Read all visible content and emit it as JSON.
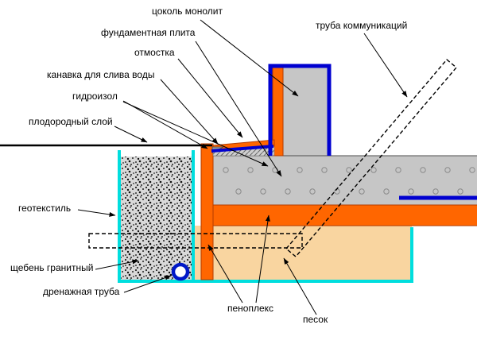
{
  "diagram": {
    "type": "foundation-cross-section",
    "labels": {
      "tsokol": "цоколь монолит",
      "plita": "фундаментная плита",
      "otmostka": "отмостка",
      "kanavka": "канавка для слива воды",
      "gidroizol": "гидроизол",
      "plodorodny_sloy": "плодородный слой",
      "truba_kommunikaciy": "труба коммуникаций",
      "geotekstil": "геотекстиль",
      "shcheben": "щебень гранитный",
      "drenazhnaya_truba": "дренажная труба",
      "penopleks": "пеноплекс",
      "pesok": "песок"
    },
    "colors": {
      "concrete": "#c6c6c6",
      "insulation_orange": "#ff6600",
      "sand": "#f9d5a0",
      "waterproofing_blue": "#0000d0",
      "geotextile_cyan": "#00dede",
      "crushed_stone_gray": "#d9d9d9",
      "drain_pipe_blue": "#0018c8",
      "background": "#ffffff"
    }
  }
}
